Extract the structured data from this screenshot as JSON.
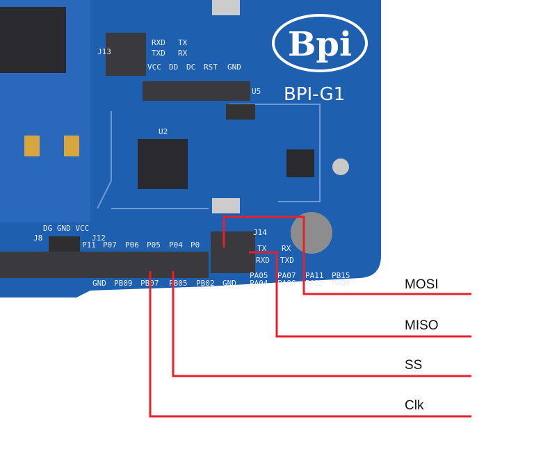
{
  "board": {
    "logo": "Bpi",
    "model": "BPI-G1",
    "uart_labels": [
      "RXD",
      "TX",
      "TXD",
      "RX"
    ],
    "u5_pins": [
      "VCC",
      "DD",
      "DC",
      "RST",
      "GND"
    ],
    "u5_ref": "U5",
    "u2_ref": "U2",
    "j13_ref": "J13",
    "j12_ref": "J12",
    "j14_ref": "J14",
    "j8_ref": "J8",
    "j8_pins": "DG GND VCC",
    "top_row": [
      "P11",
      "P07",
      "P06",
      "P05",
      "P04",
      "P0"
    ],
    "bottom_row": [
      "GND",
      "PB09",
      "PB07",
      "PB05",
      "PB02",
      "GND",
      "PA04",
      "PA06",
      "PA12",
      "PA08"
    ],
    "upper_row2": [
      "PA05",
      "PA07",
      "PA11",
      "PB15"
    ],
    "j14_labels": [
      "TX",
      "RX",
      "RXD",
      "TXD"
    ]
  },
  "signals": [
    {
      "name": "MOSI",
      "color": "#e8202a"
    },
    {
      "name": "MISO",
      "color": "#e8202a"
    },
    {
      "name": "SS",
      "color": "#e8202a"
    },
    {
      "name": "Clk",
      "color": "#e8202a"
    }
  ]
}
